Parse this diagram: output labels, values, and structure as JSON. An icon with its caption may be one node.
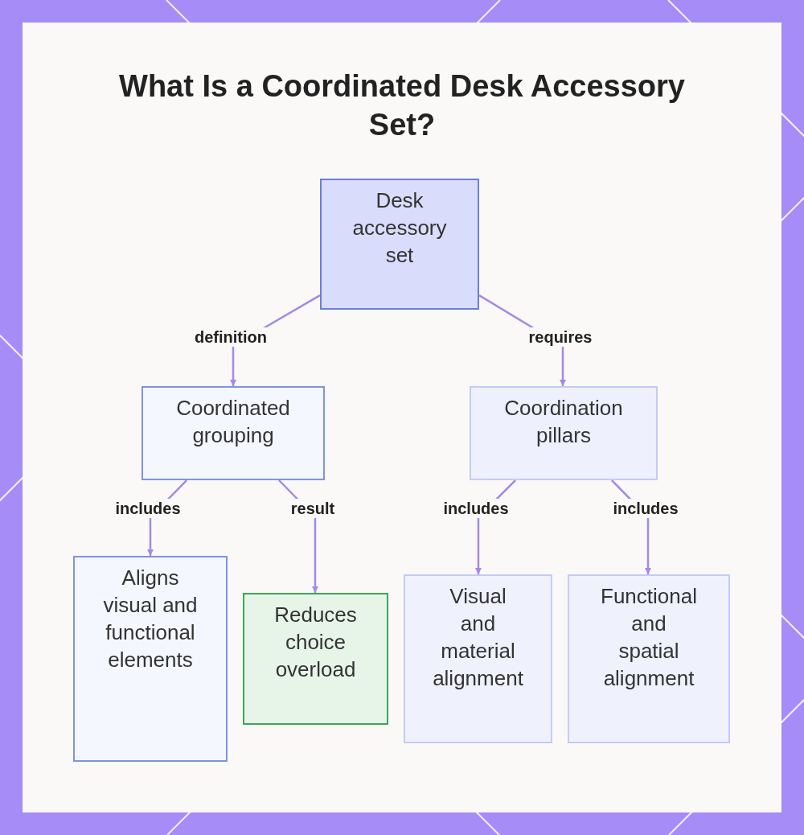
{
  "diagram": {
    "title": "What Is a Coordinated Desk Accessory Set?",
    "nodes": [
      {
        "text": [
          "Desk accessory set"
        ]
      },
      {
        "text": [
          "Coordinated grouping"
        ]
      },
      {
        "text": [
          "Coordination pillars"
        ]
      },
      {
        "text": [
          "Aligns visual and functional elements"
        ]
      },
      {
        "text": [
          "Reduces choice overload"
        ]
      },
      {
        "text": [
          "Visual and material alignment"
        ]
      },
      {
        "text": [
          "Functional and spatial alignment"
        ]
      }
    ],
    "edges": [
      {
        "from": 0,
        "to": 1,
        "arrow": "to",
        "label": "definition"
      },
      {
        "from": 0,
        "to": 2,
        "arrow": "to",
        "label": "requires"
      },
      {
        "from": 1,
        "to": 3,
        "arrow": "to",
        "label": "includes"
      },
      {
        "from": 1,
        "to": 4,
        "arrow": "to",
        "label": "result"
      },
      {
        "from": 2,
        "to": 5,
        "arrow": "to",
        "label": "includes"
      },
      {
        "from": 2,
        "to": 6,
        "arrow": "to",
        "label": "includes"
      }
    ]
  }
}
